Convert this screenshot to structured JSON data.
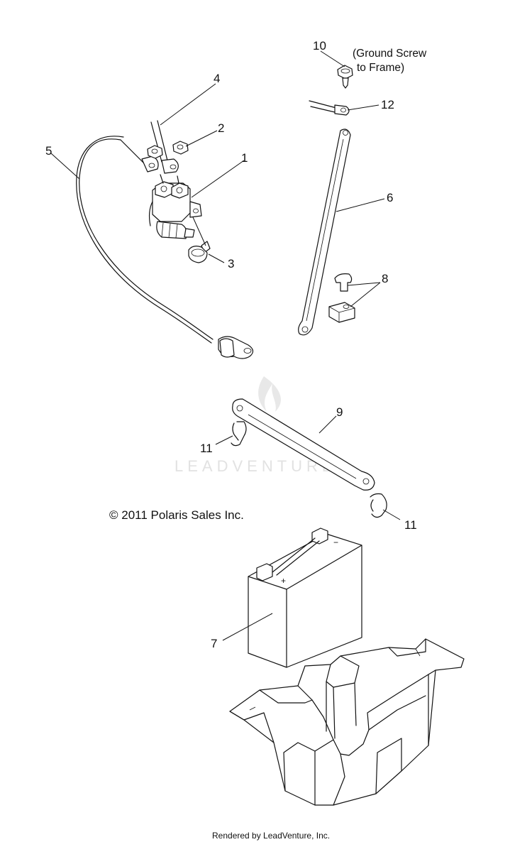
{
  "callouts": {
    "c1": "1",
    "c2": "2",
    "c3": "3",
    "c4": "4",
    "c5": "5",
    "c6": "6",
    "c7": "7",
    "c8": "8",
    "c9": "9",
    "c10": "10",
    "c11a": "11",
    "c11b": "11",
    "c12": "12"
  },
  "ground_note": {
    "line1": "(Ground Screw",
    "line2": "to Frame)"
  },
  "copyright": "© 2011 Polaris Sales Inc.",
  "footer": "Rendered by LeadVenture, Inc.",
  "watermark": "LEADVENTURE"
}
